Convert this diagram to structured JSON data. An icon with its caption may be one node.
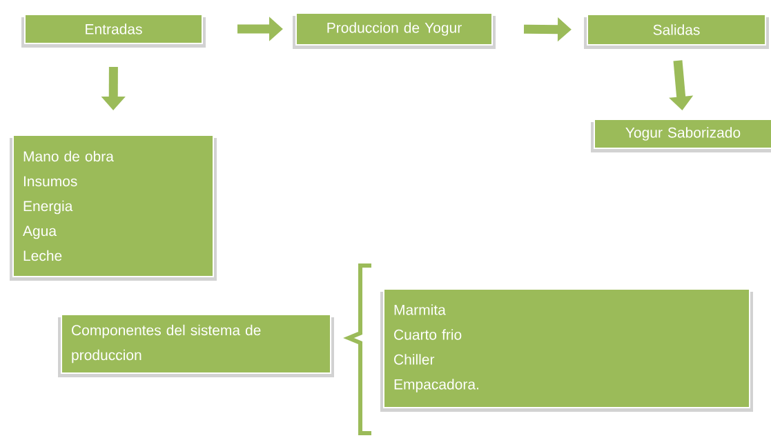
{
  "diagram": {
    "nodes": [
      {
        "text": [
          "Entradas"
        ]
      },
      {
        "text": [
          "Produccion de Yogur"
        ]
      },
      {
        "text": [
          "Salidas"
        ]
      },
      {
        "text": [
          "Yogur Saborizado"
        ]
      },
      {
        "text": [
          "Mano de obra",
          "Insumos",
          "Energia",
          "Agua",
          "Leche"
        ]
      },
      {
        "text": [
          "Componentes del sistema de produccion"
        ]
      },
      {
        "text": [
          "Marmita",
          "Cuarto frio",
          "Chiller",
          "Empacadora."
        ]
      }
    ],
    "edges": [
      {
        "from": 0,
        "to": 1,
        "arrow": "to"
      },
      {
        "from": 1,
        "to": 2,
        "arrow": "to"
      },
      {
        "from": 0,
        "to": 4,
        "arrow": "to"
      },
      {
        "from": 2,
        "to": 3,
        "arrow": "to"
      }
    ]
  }
}
